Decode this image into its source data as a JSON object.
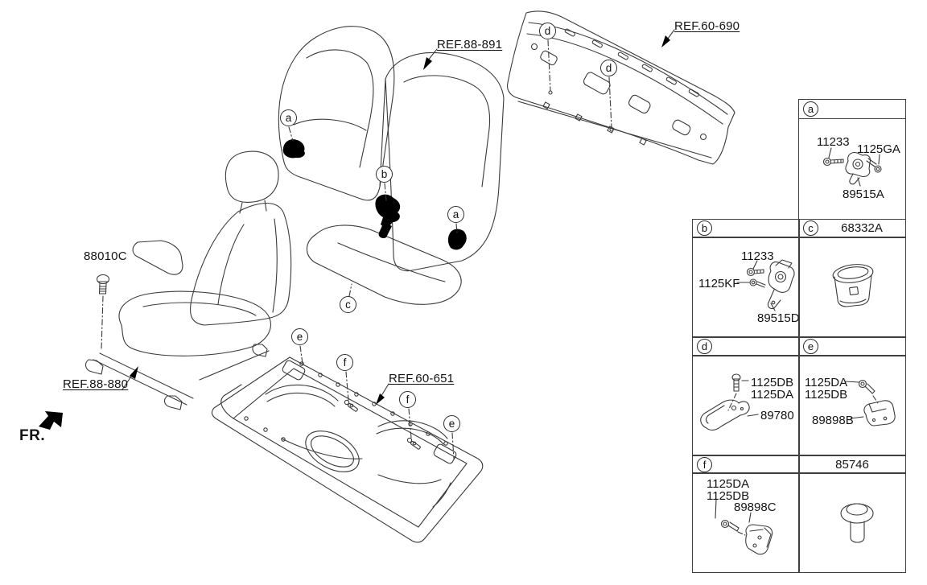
{
  "page": {
    "background": "#ffffff",
    "line_color": "#3a3a3a",
    "text_color": "#131313"
  },
  "orientation": {
    "label": "FR."
  },
  "standalone_parts": {
    "seat_mounting_bolt": "88010C"
  },
  "refs": {
    "rear_seat_back": "REF.88-891",
    "package_tray_panel": "REF.60-690",
    "front_seat": "REF.88-880",
    "rear_floor_panel": "REF.60-651"
  },
  "letters": {
    "a": "a",
    "b": "b",
    "c": "c",
    "d": "d",
    "e": "e",
    "f": "f"
  },
  "table": {
    "cells": {
      "a": {
        "letter": "a",
        "bolt1": "11233",
        "bolt2": "1125GA",
        "part": "89515A"
      },
      "b": {
        "letter": "b",
        "bolt1": "11233",
        "bolt2": "1125KF",
        "part": "89515D"
      },
      "c": {
        "letter": "c",
        "part": "68332A"
      },
      "d": {
        "letter": "d",
        "bolt_line1": "1125DB",
        "bolt_line2": "1125DA",
        "part": "89780"
      },
      "e": {
        "letter": "e",
        "bolt_line1": "1125DA",
        "bolt_line2": "1125DB",
        "part": "89898B"
      },
      "f": {
        "letter": "f",
        "bolt_line1": "1125DA",
        "bolt_line2": "1125DB",
        "part": "89898C"
      },
      "clip": {
        "part": "85746"
      }
    }
  }
}
